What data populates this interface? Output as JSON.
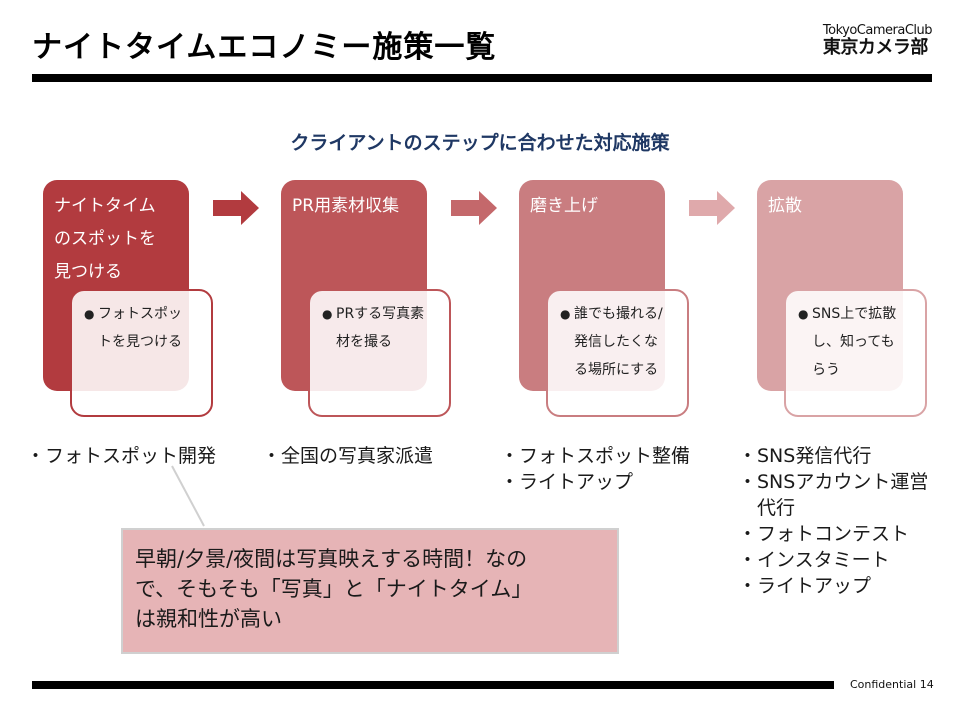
{
  "header": {
    "title": "ナイトタイムエコノミー施策一覧",
    "logo_en": "TokyoCameraClub",
    "logo_jp": "東京カメラ部"
  },
  "subtitle": "クライアントのステップに合わせた対応施策",
  "steps": [
    {
      "label": "ナイトタイム\nのスポットを\n見つける",
      "detail": "フォトスポッ\nトを見つける",
      "color": "#b23b3f"
    },
    {
      "label": "PR用素材収集",
      "detail": "PRする写真素\n材を撮る",
      "color": "#bd5659"
    },
    {
      "label": "磨き上げ",
      "detail": "誰でも撮れる/\n発信したくな\nる場所にする",
      "color": "#c97d80"
    },
    {
      "label": "拡散",
      "detail": "SNS上で拡散\nし、知っても\nらう",
      "color": "#d9a3a5"
    }
  ],
  "results": [
    "・フォトスポット開発",
    "・全国の写真家派遣",
    "・フォトスポット整備\n・ライトアップ",
    "・SNS発信代行\n・SNSアカウント運営\n　代行\n・フォトコンテスト\n・インスタミート\n・ライトアップ"
  ],
  "callout": "早朝/夕景/夜間は写真映えする時間！なの\nで、そもそも「写真」と「ナイトタイム」\nは親和性が高い",
  "footer": {
    "label": "Confidential",
    "page": "14"
  },
  "colors": {
    "accent_dark": "#b23b3f",
    "subtitle": "#1f3864",
    "callout_bg": "#e6b4b6"
  }
}
